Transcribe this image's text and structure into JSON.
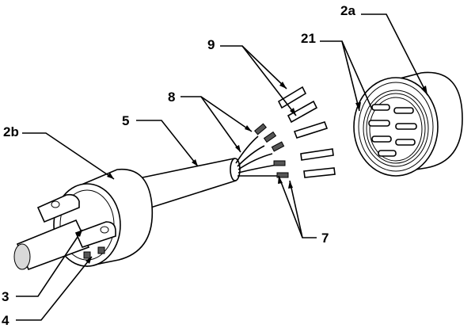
{
  "figure": {
    "labels": {
      "l2a": "2a",
      "l21": "21",
      "l9": "9",
      "l8": "8",
      "l5": "5",
      "l2b": "2b",
      "l7": "7",
      "l3": "3",
      "l4": "4"
    },
    "colors": {
      "ink": "#000000",
      "paper": "#ffffff",
      "shade": "#d9d9d9"
    }
  }
}
